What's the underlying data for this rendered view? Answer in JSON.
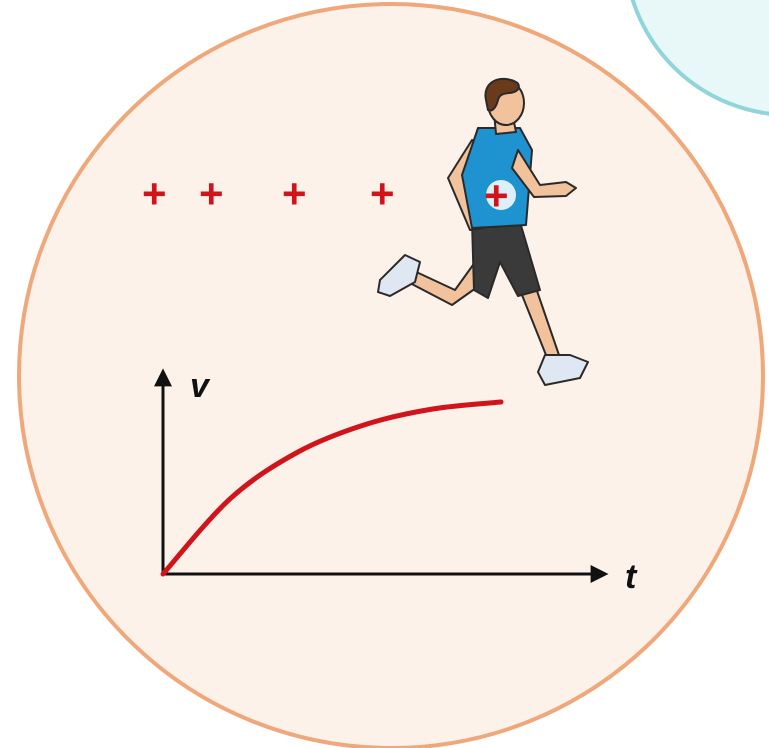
{
  "colors": {
    "main_circle_fill": "#fdf2ea",
    "main_circle_stroke": "#f0a77a",
    "corner_circle_fill": "#e8f7f8",
    "corner_circle_stroke": "#8fd5da",
    "curve": "#d0141b",
    "axes": "#111111",
    "plus": "#d0141b",
    "shirt": "#1f92d0",
    "shorts": "#3a3a3a",
    "skin": "#f2c29c",
    "hair": "#6b3a1c",
    "shoe": "#dfe8f2"
  },
  "icons": [
    "running-man-icon",
    "charge-plus-icon"
  ],
  "plus_signs": [
    "+",
    "+",
    "+",
    "+"
  ],
  "body_plus": "+",
  "graph": {
    "y_label": "v",
    "x_label": "t"
  },
  "chart_data": {
    "type": "line",
    "xlabel": "t",
    "ylabel": "v",
    "series": [
      {
        "shape": "increasing concave curve, rising quickly from the origin then leveling off",
        "x": [
          0,
          0.2,
          0.4,
          0.6,
          0.8,
          1.0
        ],
        "y": [
          0,
          0.44,
          0.71,
          0.87,
          0.96,
          1.0
        ]
      }
    ]
  }
}
